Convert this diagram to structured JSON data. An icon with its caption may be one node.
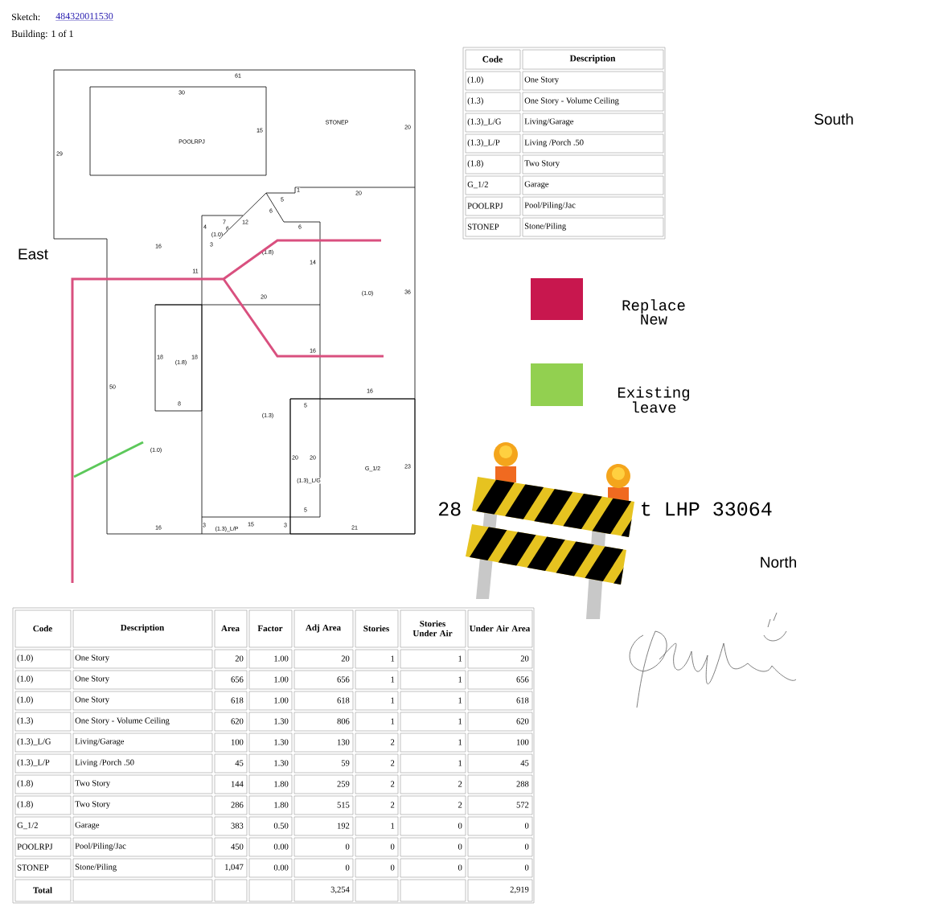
{
  "diagram": {
    "nodes": [
      {
        "text": [
          "POOLRPJ"
        ]
      },
      {
        "text": [
          "(1.8)"
        ]
      },
      {
        "text": [
          "G_1/2"
        ]
      }
    ],
    "labels": [
      "Sketch:",
      "484320011530",
      "Building: 1 of 1",
      "Code",
      "Description",
      "(1.0)",
      "One Story",
      "(1.3)",
      "One Story - Volume Ceiling",
      "(1.3)_L/G",
      "Living/Garage",
      "(1.3)_L/P",
      "Living /Porch .50",
      "(1.8)",
      "Two Story",
      "G_1/2",
      "Garage",
      "POOLRPJ",
      "Pool/Piling/Jac",
      "STONEP",
      "Stone/Piling",
      "South",
      "East",
      "61",
      "30",
      "STONEP",
      "15",
      "20",
      "29",
      "1",
      "20",
      "5",
      "6",
      "7",
      "12",
      "4",
      "(1.0)",
      "6",
      "6",
      "16",
      "3",
      "(1.8)",
      "14",
      "11",
      "(1.0)",
      "36",
      "20",
      "16",
      "18",
      "18",
      "50",
      "16",
      "8",
      "5",
      "(1.3)",
      "(1.0)",
      "20",
      "20",
      "23",
      "(1.3)_L/G",
      "5",
      "3",
      "15",
      "3",
      "16",
      "(1.3)_L/P",
      "21",
      "28",
      "t LHP 33064",
      "North",
      "Code",
      "Description",
      "Area",
      "Factor",
      "Adj Area",
      "Stories",
      "Stories Under Air",
      "Under Air Area",
      "(1.0)",
      "One Story",
      "20",
      "1.00",
      "20",
      "1",
      "1",
      "20",
      "(1.0)",
      "One Story",
      "656",
      "1.00",
      "656",
      "1",
      "1",
      "656",
      "(1.0)",
      "One Story",
      "618",
      "1.00",
      "618",
      "1",
      "1",
      "618",
      "(1.3)",
      "One Story - Volume Ceiling",
      "620",
      "1.30",
      "806",
      "1",
      "1",
      "620",
      "(1.3)_L/G",
      "Living/Garage",
      "100",
      "1.30",
      "130",
      "2",
      "1",
      "100",
      "(1.3)_L/P",
      "Living /Porch .50",
      "45",
      "1.30",
      "59",
      "2",
      "1",
      "45",
      "(1.8)",
      "Two Story",
      "144",
      "1.80",
      "259",
      "2",
      "2",
      "288",
      "(1.8)",
      "Two Story",
      "286",
      "1.80",
      "515",
      "2",
      "2",
      "572",
      "G_1/2",
      "Garage",
      "383",
      "0.50",
      "192",
      "1",
      "0",
      "0",
      "POOLRPJ",
      "Pool/Piling/Jac",
      "450",
      "0.00",
      "0",
      "0",
      "0",
      "0",
      "STONEP",
      "Stone/Piling",
      "1,047",
      "0.00",
      "0",
      "0",
      "0",
      "0",
      "Total",
      "3,254",
      "2,919"
    ],
    "legend": [
      {
        "text": "Replace New",
        "color": "#c8174e"
      },
      {
        "text": "Existing leave",
        "color": "#92d050"
      }
    ]
  }
}
